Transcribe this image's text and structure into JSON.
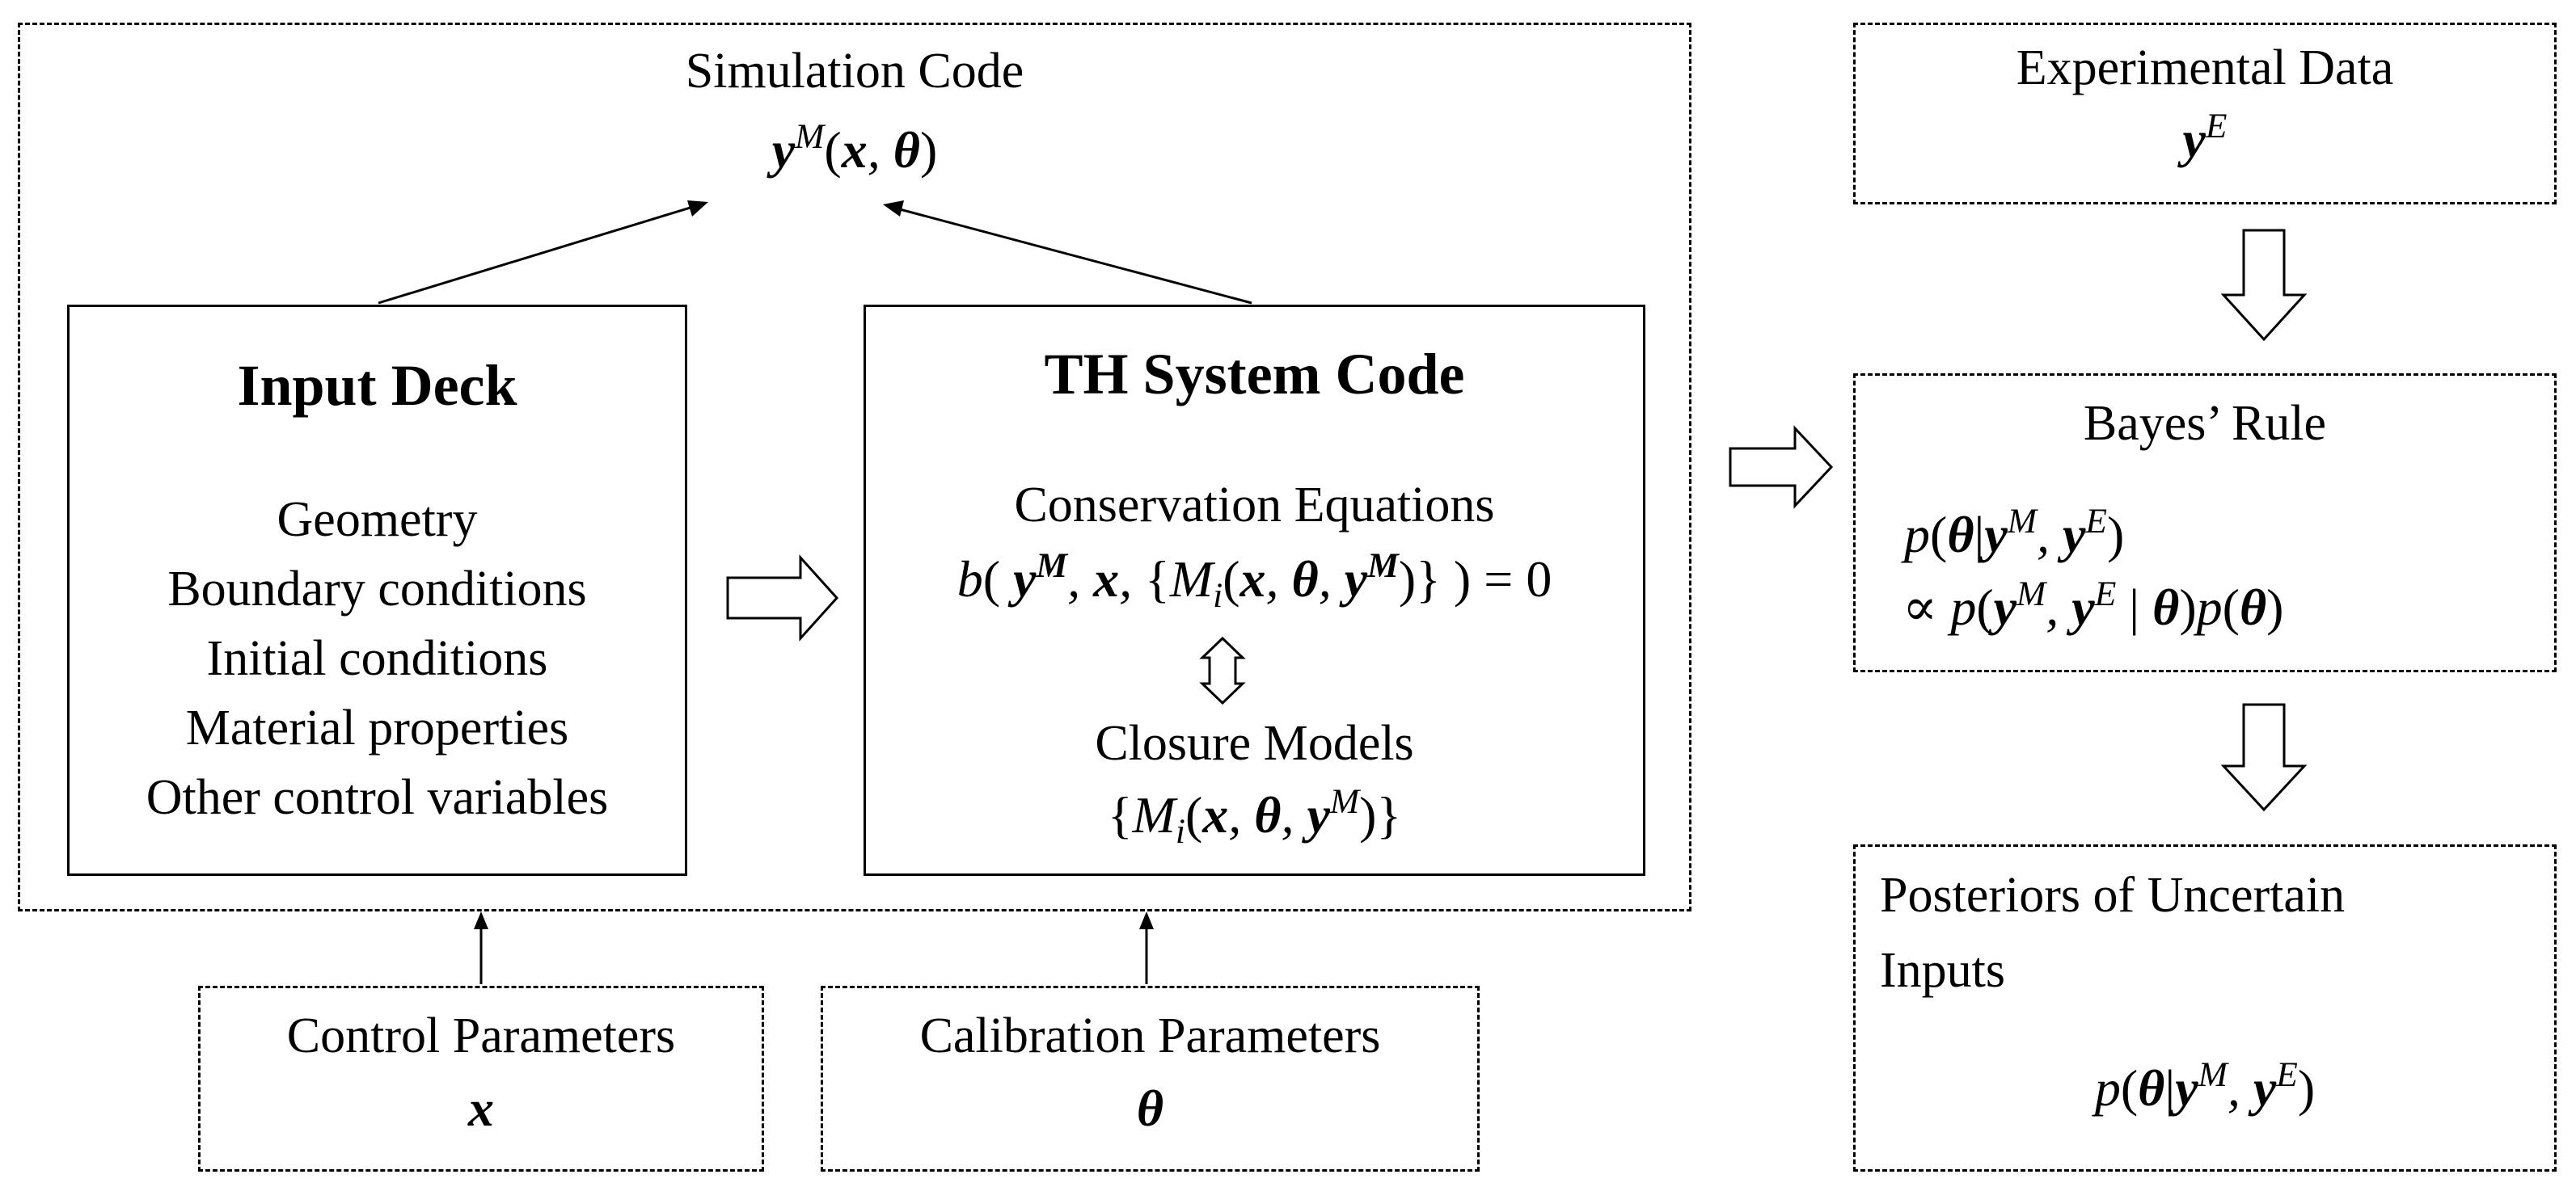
{
  "simulation": {
    "title": "Simulation Code",
    "equation_sym": "y",
    "equation_sup": "M",
    "equation_args": "(x, θ)"
  },
  "input_deck": {
    "title": "Input Deck",
    "items": [
      "Geometry",
      "Boundary conditions",
      "Initial conditions",
      "Material properties",
      "Other control variables"
    ]
  },
  "th_system": {
    "title": "TH System Code",
    "conservation_label": "Conservation Equations",
    "closure_label": "Closure Models"
  },
  "control": {
    "label": "Control Parameters",
    "symbol": "x"
  },
  "calibration": {
    "label": "Calibration Parameters",
    "symbol": "θ"
  },
  "experimental": {
    "label": "Experimental Data",
    "symbol": "y",
    "symbol_sup": "E"
  },
  "bayes": {
    "title": "Bayes’ Rule"
  },
  "posteriors": {
    "title_line1": "Posteriors of Uncertain",
    "title_line2": "Inputs"
  }
}
